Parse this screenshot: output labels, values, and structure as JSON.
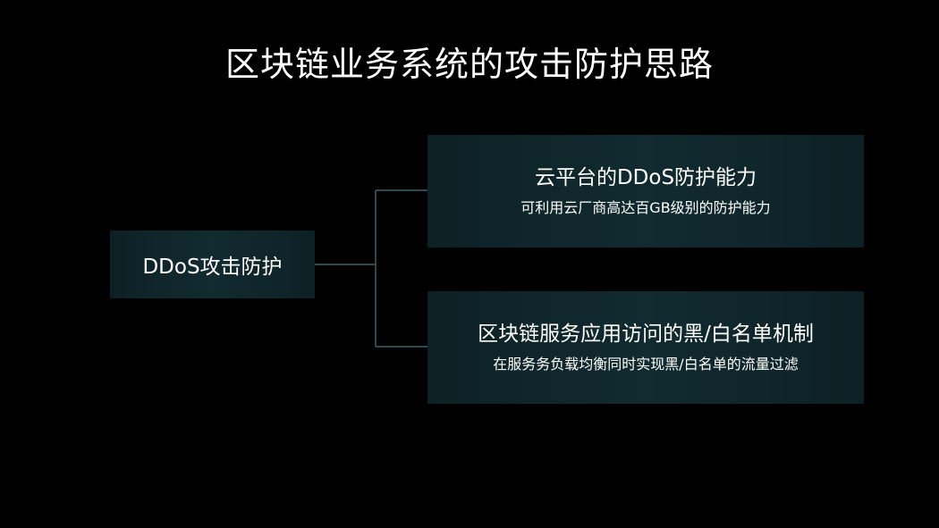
{
  "title": "区块链业务系统的攻击防护思路",
  "root": {
    "label": "DDoS攻击防护"
  },
  "branches": [
    {
      "title": "云平台的DDoS防护能力",
      "subtitle": "可利用云厂商高达百GB级别的防护能力"
    },
    {
      "title": "区块链服务应用访问的黑/白名单机制",
      "subtitle": "在服务务负载均衡同时实现黑/白名单的流量过滤"
    }
  ],
  "colors": {
    "background": "#000000",
    "box_fill": "#112b30",
    "connector": "#2c4a50",
    "text": "#ffffff"
  }
}
